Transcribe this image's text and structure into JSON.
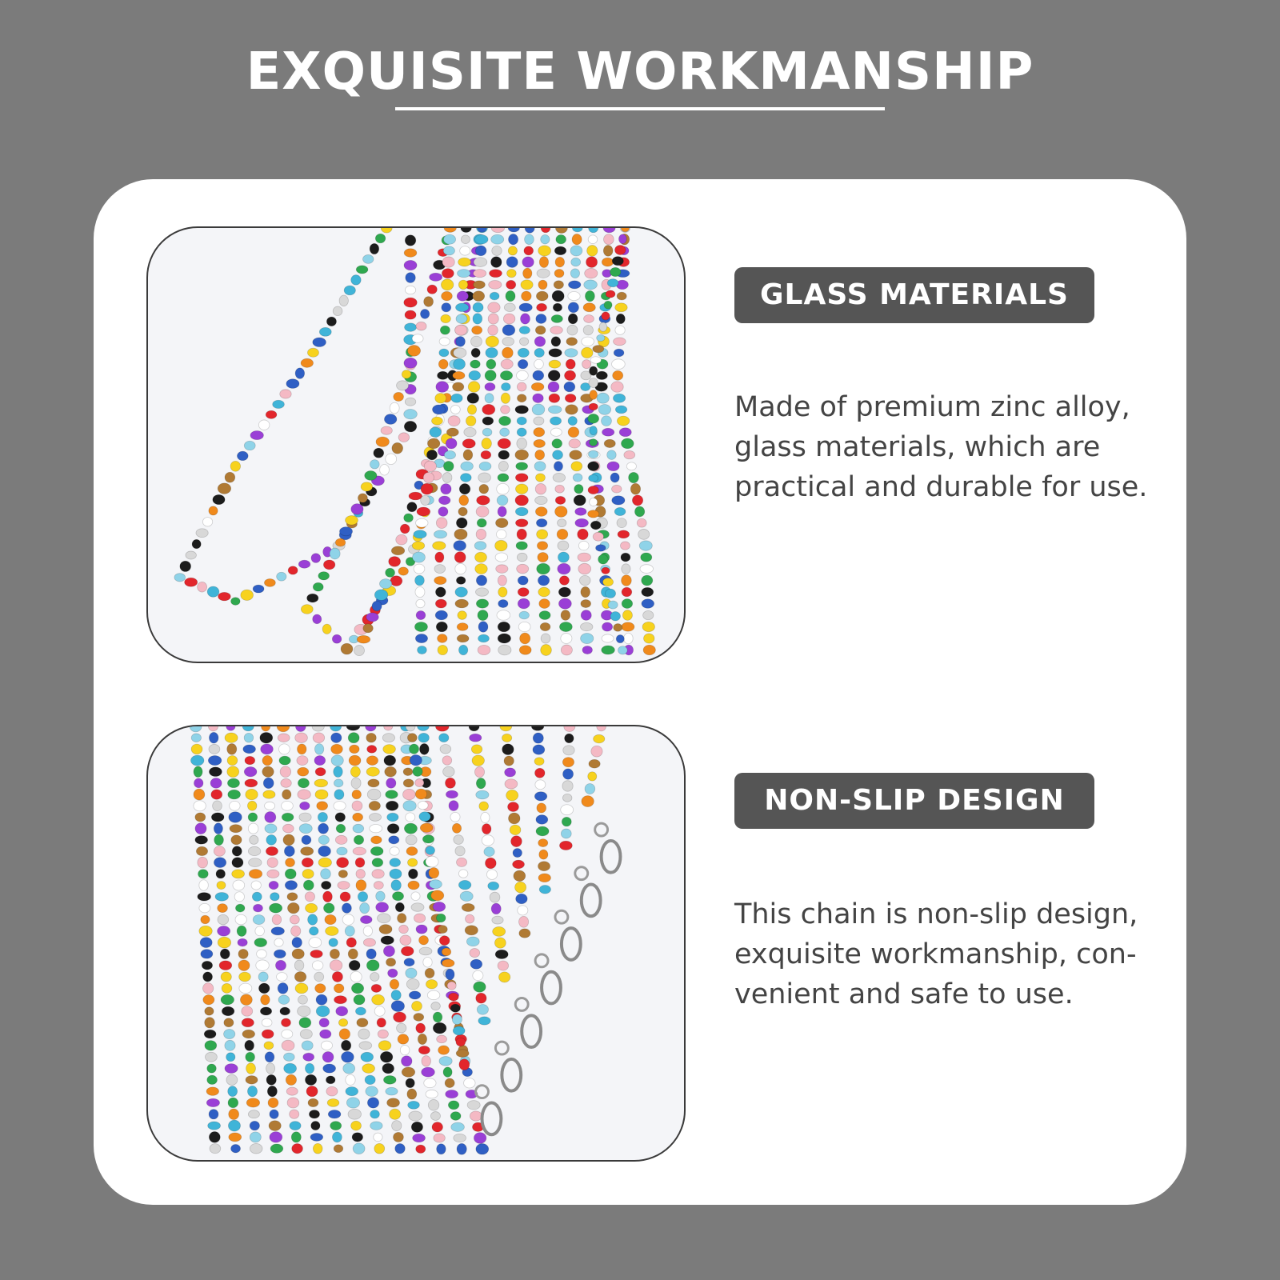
{
  "header": {
    "title": "EXQUISITE WORKMANSHIP"
  },
  "features": [
    {
      "title": "GLASS MATERIALS",
      "description": "Made of premium zinc alloy, glass materials, which are practical and durable for use."
    },
    {
      "title": "NON-SLIP DESIGN",
      "description": "This chain is non-slip design, exquisite workmanship, con-venient and safe to use."
    }
  ],
  "colors": {
    "background": "#7b7b7b",
    "card": "#ffffff",
    "badge": "#555555",
    "text": "#444444",
    "bead_palette": [
      "#e2262c",
      "#f7d21e",
      "#40b4d8",
      "#2f5fc4",
      "#f08a1c",
      "#9a3fd6",
      "#2fa84f",
      "#1c1c1c",
      "#ffffff",
      "#f4b9c4",
      "#8fd3e8",
      "#b07a34",
      "#d8d8d8"
    ]
  },
  "images": [
    {
      "icon": "beaded-necklaces-photo"
    },
    {
      "icon": "beaded-necklaces-clasps-photo"
    }
  ]
}
